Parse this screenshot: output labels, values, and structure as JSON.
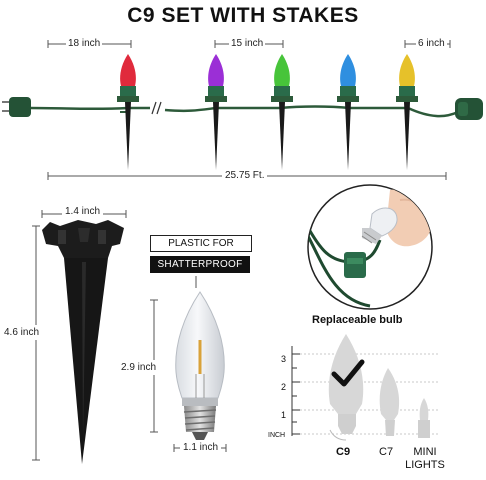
{
  "title": "C9 SET WITH STAKES",
  "top": {
    "spacing_left": "18 inch",
    "spacing_mid": "15 inch",
    "spacing_right": "6 inch",
    "total_length": "25.75 Ft.",
    "bulb_colors": [
      "#e02a3c",
      "#9b2fd6",
      "#47c43a",
      "#2f8fe0",
      "#e6c12a"
    ]
  },
  "stake": {
    "width": "1.4 inch",
    "height": "4.6 inch"
  },
  "bulb": {
    "tag_line1": "PLASTIC FOR",
    "tag_line2": "SHATTERPROOF",
    "height": "2.9 inch",
    "base": "1.1 inch"
  },
  "replace": {
    "caption": "Replaceable bulb"
  },
  "compare": {
    "ruler_marks": [
      "3",
      "2",
      "1"
    ],
    "ruler_unit": "INCH",
    "labels": [
      "C9",
      "C7",
      "MINI LIGHTS"
    ]
  }
}
